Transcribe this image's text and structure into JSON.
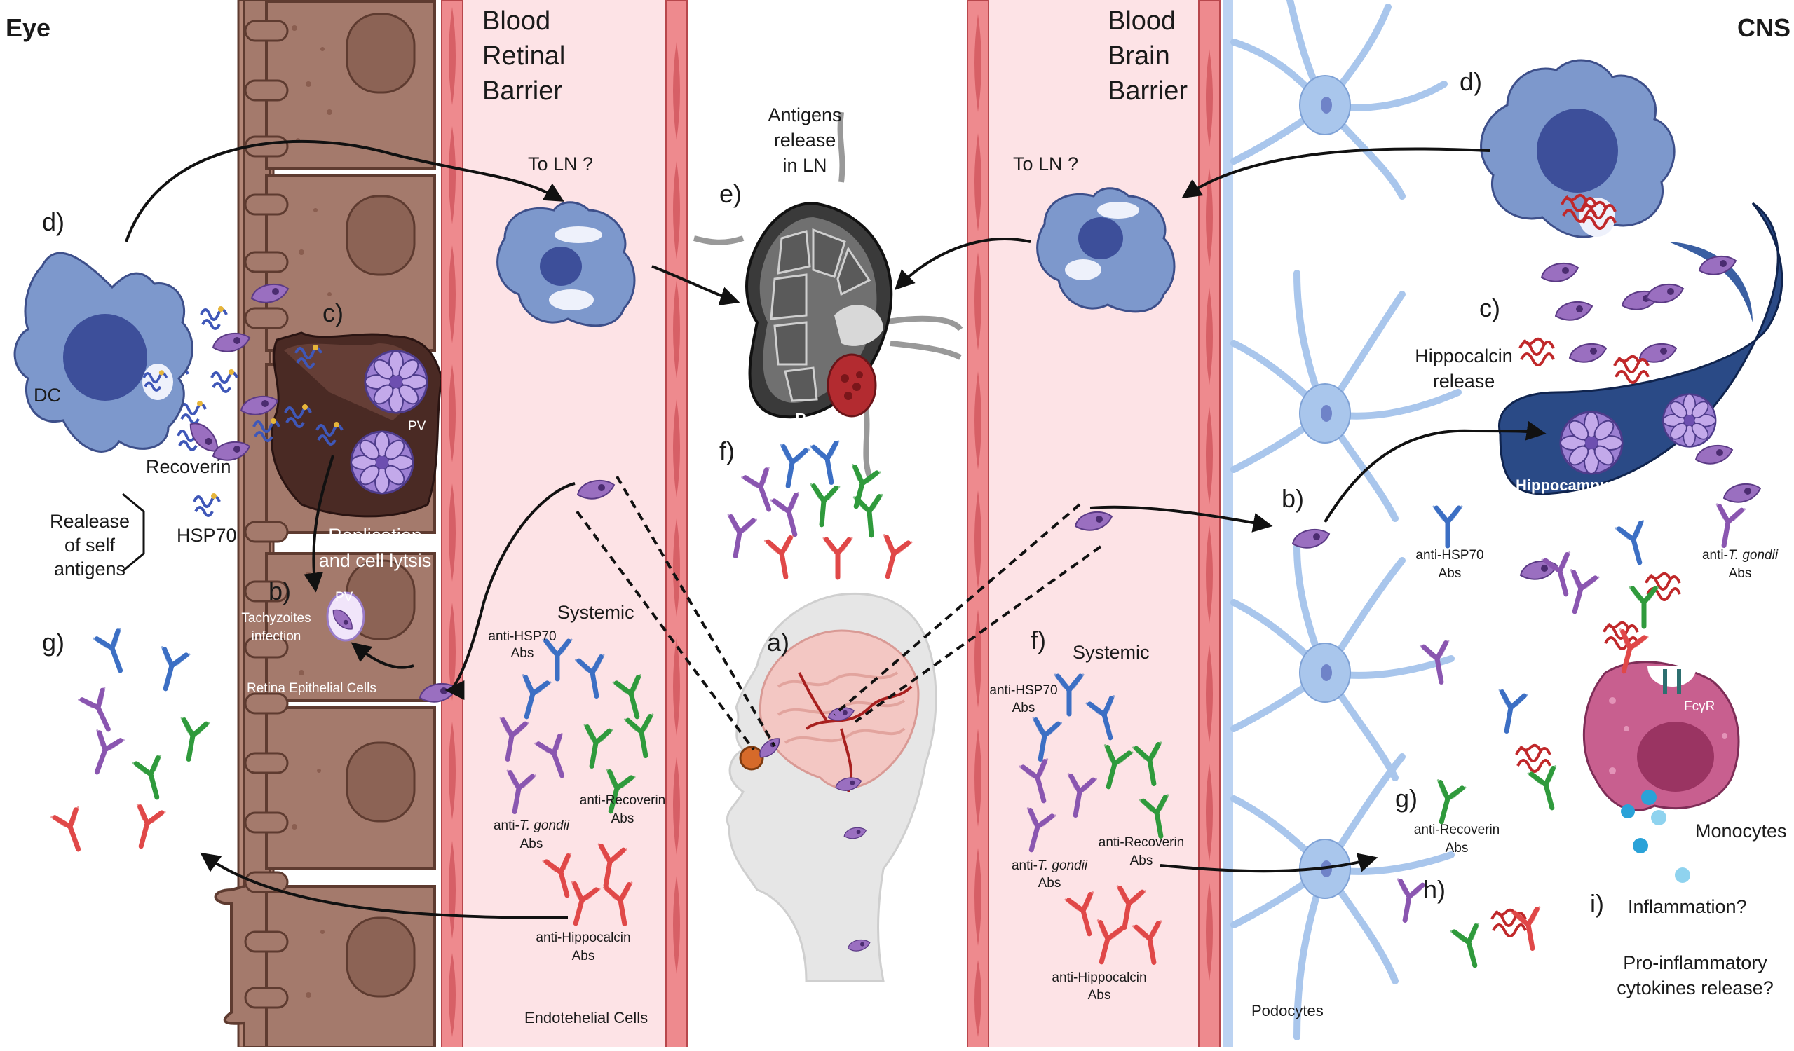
{
  "colors": {
    "cell_fill": "#a47a6c",
    "cell_stroke": "#5e3b30",
    "vessel_fill": "#fde3e6",
    "vessel_wall": "#ee8a8e",
    "neuron": "#a9c6ec",
    "dc": "#7d98cc",
    "dc_nucleus": "#3d4f9a",
    "parasite": "#9a6fc0",
    "ab_blue": "#3c6fc4",
    "ab_purple": "#8a56b0",
    "ab_green": "#2f9a3c",
    "ab_red": "#e04848",
    "hippocampus": "#2a4a86",
    "monocyte": "#c85f8f"
  },
  "titles": {
    "eye": "Eye",
    "cns": "CNS",
    "brb": [
      "Blood",
      "Retinal",
      "Barrier"
    ],
    "bbb": [
      "Blood",
      "Brain",
      "Barrier"
    ]
  },
  "left": {
    "d": "d)",
    "to_ln": "To LN ?",
    "dc": "DC",
    "c": "c)",
    "pv1": "PV",
    "recoverin": "Recoverin",
    "release_self": [
      "Realease",
      "of self",
      "antigens"
    ],
    "hsp70": "HSP70",
    "replication": [
      "Replication",
      "and cell lytsis"
    ],
    "b": "b)",
    "pv2": "PV",
    "tachy": [
      "Tachyzoites",
      "infection"
    ],
    "retina_cells": "Retina Epithelial Cells",
    "g": "g)"
  },
  "systemic_left": {
    "title": "Systemic",
    "hsp70": [
      "anti-HSP70",
      "Abs"
    ],
    "recoverin": [
      "anti-Recoverin",
      "Abs"
    ],
    "tgondii_prefix": "anti-",
    "tgondii_species": "T. gondii",
    "tgondii_abs": "Abs",
    "hippocalcin": [
      "anti-Hippocalcin",
      "Abs"
    ],
    "endothelial": "Endotehelial  Cells"
  },
  "center": {
    "antigens": [
      "Antigens",
      "release",
      "in LN"
    ],
    "e": "e)",
    "bcells": "B cells",
    "f": "f)",
    "a": "a)"
  },
  "systemic_right": {
    "f": "f)",
    "title": "Systemic",
    "to_ln": "To LN ?",
    "hsp70": [
      "anti-HSP70",
      "Abs"
    ],
    "recoverin": [
      "anti-Recoverin",
      "Abs"
    ],
    "tgondii_prefix": "anti-",
    "tgondii_species": "T. gondii",
    "tgondii_abs": "Abs",
    "hippocalcin": [
      "anti-Hippocalcin",
      "Abs"
    ]
  },
  "right": {
    "d": "d)",
    "c": "c)",
    "hippocalcin_release": [
      "Hippocalcin",
      "release"
    ],
    "hippocampus": "Hippocampus",
    "b": "b)",
    "hsp70": [
      "anti-HSP70",
      "Abs"
    ],
    "tgondii_prefix": "anti-",
    "tgondii_species": "T. gondii",
    "tgondii_abs": "Abs",
    "fcyr": "FcγR",
    "g": "g)",
    "recoverin": [
      "anti-Recoverin",
      "Abs"
    ],
    "monocytes": "Monocytes",
    "h": "h)",
    "i": "i)",
    "inflammation": "Inflammation?",
    "cytokines": [
      "Pro-inflammatory",
      "cytokines release?"
    ],
    "podocytes": "Podocytes"
  }
}
